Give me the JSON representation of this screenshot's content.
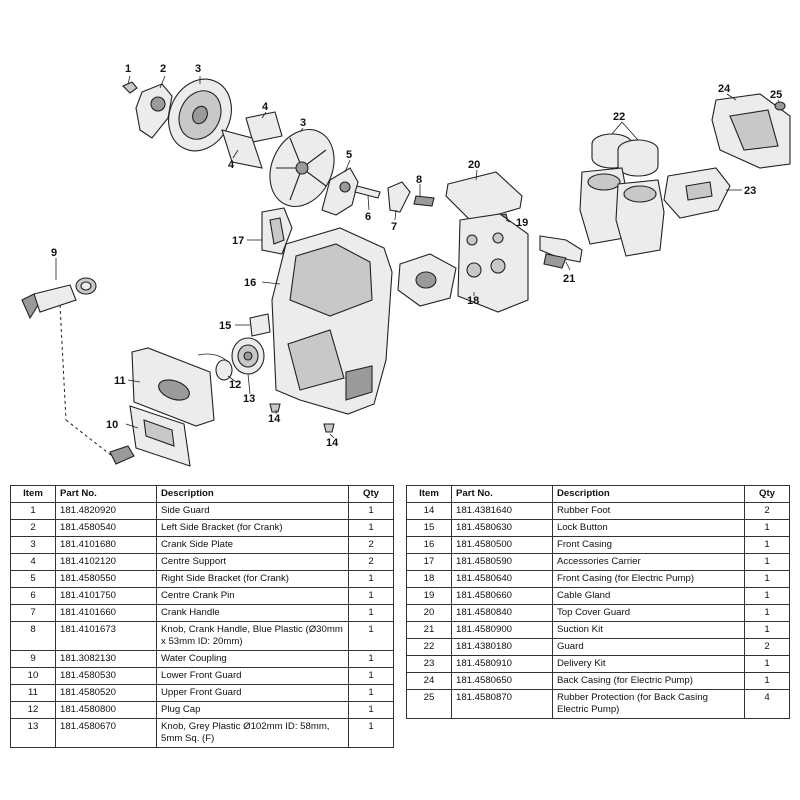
{
  "callouts": [
    "1",
    "2",
    "3",
    "3",
    "4",
    "4",
    "5",
    "6",
    "7",
    "8",
    "9",
    "10",
    "11",
    "12",
    "13",
    "14",
    "14",
    "15",
    "16",
    "17",
    "18",
    "19",
    "20",
    "21",
    "22",
    "23",
    "24",
    "25"
  ],
  "table_headers": {
    "item": "Item",
    "part_no": "Part No.",
    "description": "Description",
    "qty": "Qty"
  },
  "table_left": [
    {
      "item": "1",
      "part_no": "181.4820920",
      "description": "Side Guard",
      "qty": "1"
    },
    {
      "item": "2",
      "part_no": "181.4580540",
      "description": "Left Side Bracket (for Crank)",
      "qty": "1"
    },
    {
      "item": "3",
      "part_no": "181.4101680",
      "description": "Crank Side Plate",
      "qty": "2"
    },
    {
      "item": "4",
      "part_no": "181.4102120",
      "description": "Centre Support",
      "qty": "2"
    },
    {
      "item": "5",
      "part_no": "181.4580550",
      "description": "Right Side Bracket (for Crank)",
      "qty": "1"
    },
    {
      "item": "6",
      "part_no": "181.4101750",
      "description": "Centre Crank Pin",
      "qty": "1"
    },
    {
      "item": "7",
      "part_no": "181.4101660",
      "description": "Crank Handle",
      "qty": "1"
    },
    {
      "item": "8",
      "part_no": "181.4101673",
      "description": "Knob, Crank Handle, Blue Plastic (Ø30mm x 53mm ID: 20mm)",
      "qty": "1"
    },
    {
      "item": "9",
      "part_no": "181.3082130",
      "description": "Water Coupling",
      "qty": "1"
    },
    {
      "item": "10",
      "part_no": "181.4580530",
      "description": "Lower Front Guard",
      "qty": "1"
    },
    {
      "item": "11",
      "part_no": "181.4580520",
      "description": "Upper Front Guard",
      "qty": "1"
    },
    {
      "item": "12",
      "part_no": "181.4580800",
      "description": "Plug Cap",
      "qty": "1"
    },
    {
      "item": "13",
      "part_no": "181.4580670",
      "description": "Knob, Grey Plastic Ø102mm ID: 58mm, 5mm Sq. (F)",
      "qty": "1"
    }
  ],
  "table_right": [
    {
      "item": "14",
      "part_no": "181.4381640",
      "description": "Rubber Foot",
      "qty": "2"
    },
    {
      "item": "15",
      "part_no": "181.4580630",
      "description": "Lock Button",
      "qty": "1"
    },
    {
      "item": "16",
      "part_no": "181.4580500",
      "description": "Front Casing",
      "qty": "1"
    },
    {
      "item": "17",
      "part_no": "181.4580590",
      "description": "Accessories Carrier",
      "qty": "1"
    },
    {
      "item": "18",
      "part_no": "181.4580640",
      "description": "Front Casing (for Electric Pump)",
      "qty": "1"
    },
    {
      "item": "19",
      "part_no": "181.4580660",
      "description": "Cable Gland",
      "qty": "1"
    },
    {
      "item": "20",
      "part_no": "181.4580840",
      "description": "Top Cover Guard",
      "qty": "1"
    },
    {
      "item": "21",
      "part_no": "181.4580900",
      "description": "Suction Kit",
      "qty": "1"
    },
    {
      "item": "22",
      "part_no": "181.4380180",
      "description": "Guard",
      "qty": "2"
    },
    {
      "item": "23",
      "part_no": "181.4580910",
      "description": "Delivery Kit",
      "qty": "1"
    },
    {
      "item": "24",
      "part_no": "181.4580650",
      "description": "Back Casing (for Electric Pump)",
      "qty": "1"
    },
    {
      "item": "25",
      "part_no": "181.4580870",
      "description": "Rubber Protection (for Back Casing Electric Pump)",
      "qty": "4"
    }
  ]
}
